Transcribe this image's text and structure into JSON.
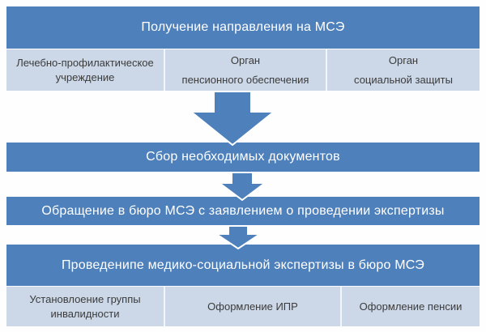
{
  "diagram": {
    "title_bar": "Получение направления на МСЭ",
    "source_row": {
      "cells": [
        {
          "lines": [
            "Лечебно-профилактическое",
            "учреждение"
          ]
        },
        {
          "lines": [
            "Орган",
            "пенсионного обеспечения"
          ]
        },
        {
          "lines": [
            "Орган",
            "социальной защиты"
          ]
        }
      ]
    },
    "steps": [
      "Сбор необходимых документов",
      "Обращение в бюро МСЭ с заявлением о проведении экспертизы",
      "Проведенипе медико-социальной экспертизы в бюро МСЭ"
    ],
    "result_row": {
      "cells": [
        {
          "lines": [
            "Установлоение группы",
            "инвалидности"
          ]
        },
        {
          "lines": [
            "Оформление ИПР"
          ]
        },
        {
          "lines": [
            "Оформление пенсии"
          ]
        }
      ]
    },
    "icons": {
      "connector": "down-arrow"
    },
    "colors": {
      "bar_blue": "#4e80bc",
      "light_row_blue": "#ccd8e8",
      "bar_text": "#ffffff",
      "cell_text": "#3b3b3b",
      "background": "#ffffff"
    }
  }
}
